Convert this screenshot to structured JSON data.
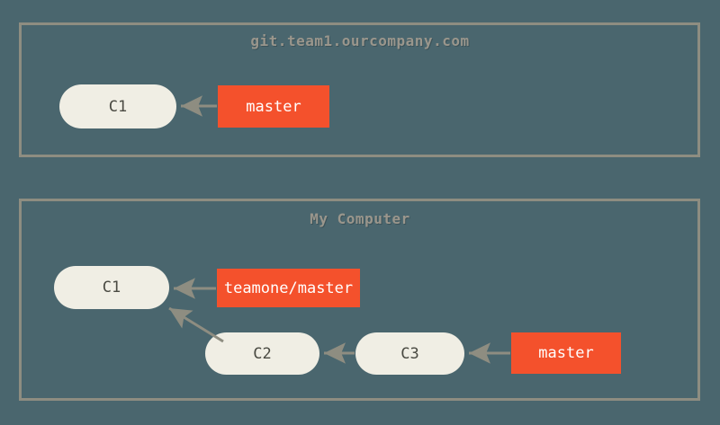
{
  "diagram": {
    "type": "git-branching-diagram",
    "background_color": "#4a666e",
    "panel_border_color": "#8e8d81",
    "commit_node_color": "#f0eee4",
    "branch_label_color": "#f4512c",
    "arrow_color": "#8e8d81",
    "title_text_color": "#9a968c"
  },
  "panels": [
    {
      "name": "remote-server-panel",
      "title": "git.team1.ourcompany.com",
      "commits": [
        {
          "id": "c1-remote",
          "label": "C1"
        }
      ],
      "branches": [
        {
          "id": "master-remote",
          "label": "master"
        }
      ],
      "arrows": [
        {
          "from": "master-remote",
          "to": "c1-remote"
        }
      ]
    },
    {
      "name": "local-computer-panel",
      "title": "My Computer",
      "commits": [
        {
          "id": "c1-local",
          "label": "C1"
        },
        {
          "id": "c2-local",
          "label": "C2"
        },
        {
          "id": "c3-local",
          "label": "C3"
        }
      ],
      "branches": [
        {
          "id": "teamone-master-local",
          "label": "teamone/master"
        },
        {
          "id": "master-local",
          "label": "master"
        }
      ],
      "arrows": [
        {
          "from": "teamone-master-local",
          "to": "c1-local"
        },
        {
          "from": "c2-local",
          "to": "c1-local"
        },
        {
          "from": "c3-local",
          "to": "c2-local"
        },
        {
          "from": "master-local",
          "to": "c3-local"
        }
      ]
    }
  ]
}
